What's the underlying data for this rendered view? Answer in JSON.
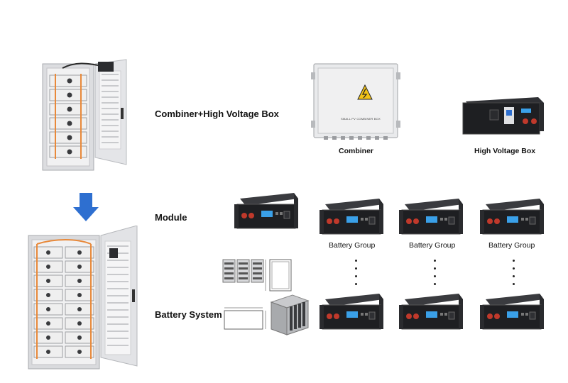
{
  "labels": {
    "combiner_hv": "Combiner+High Voltage Box",
    "module": "Module",
    "battery_system": "Battery System"
  },
  "captions": {
    "combiner": "Combiner",
    "high_voltage_box": "High Voltage Box",
    "combiner_panel_text": "SMALL PV COMBINER BOX"
  },
  "battery_groups": [
    {
      "label": "Battery Group"
    },
    {
      "label": "Battery Group"
    },
    {
      "label": "Battery Group"
    }
  ],
  "colors": {
    "arrow": "#2e6fd0",
    "cabinet": "#e9eaec",
    "battery_black": "#1e1f22",
    "cable_orange": "#e8893a",
    "screen_blue": "#3aa0e8",
    "warning_yellow": "#f2c318"
  }
}
